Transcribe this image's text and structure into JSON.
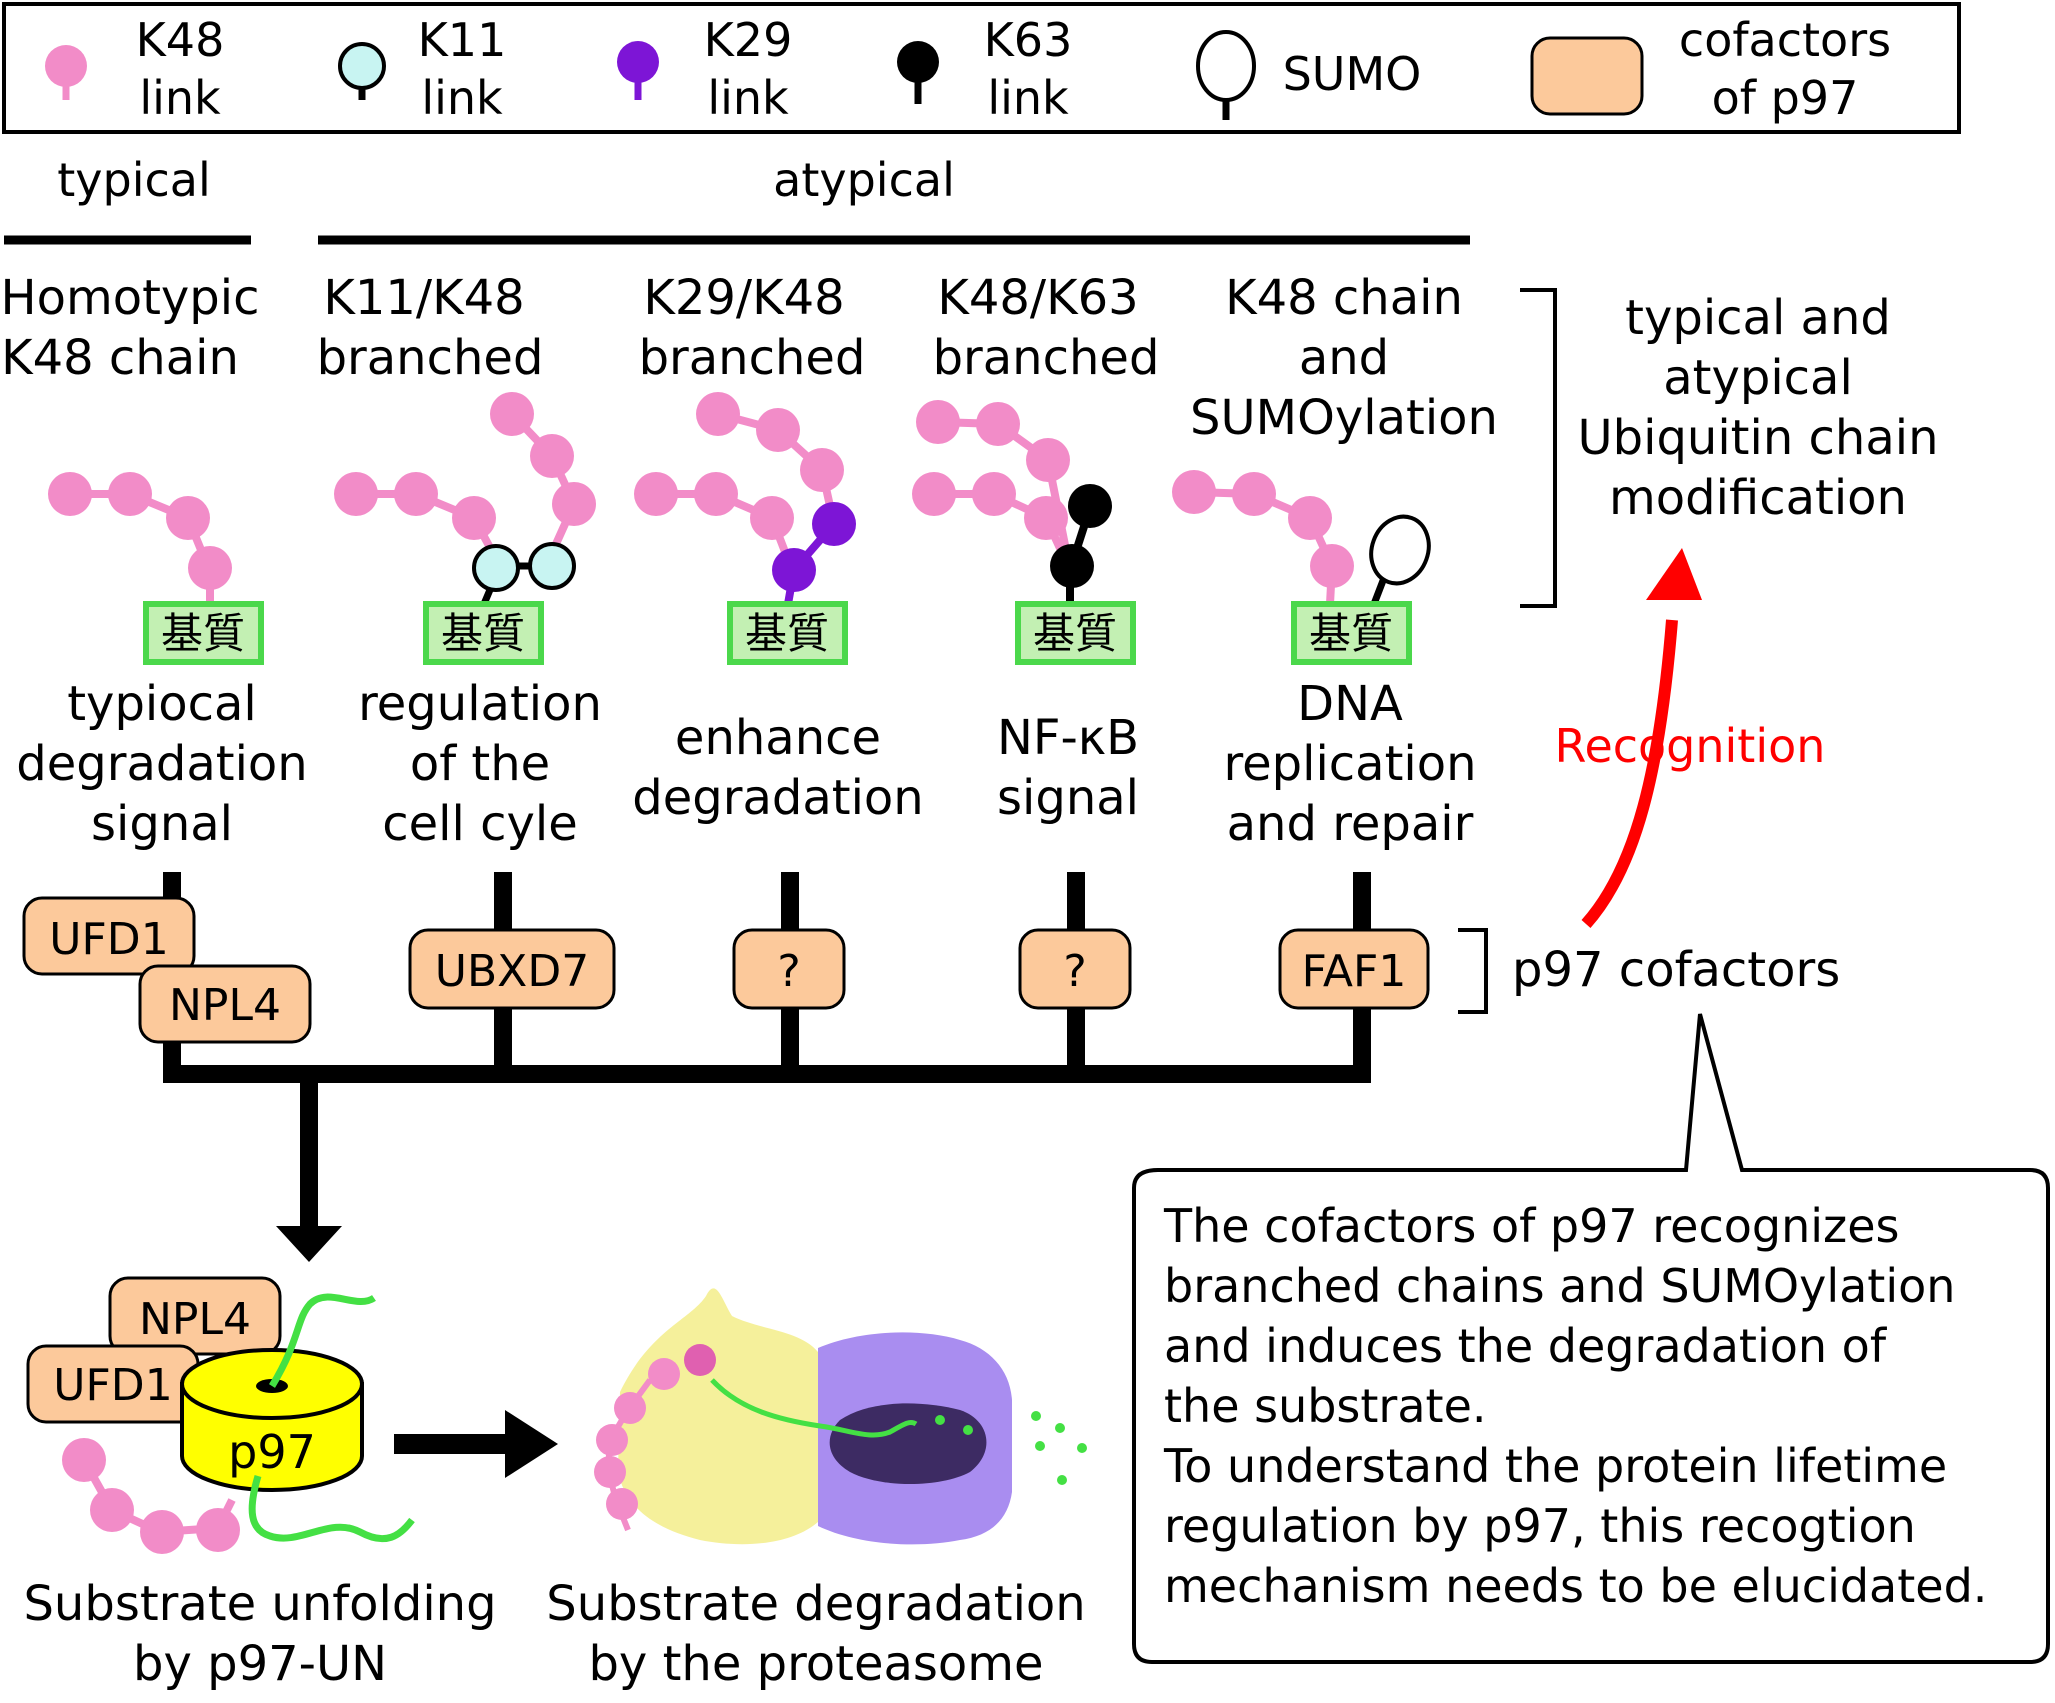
{
  "legend": {
    "items": [
      {
        "label_line1": "K48",
        "label_line2": "link",
        "color": "#f28cc8"
      },
      {
        "label_line1": "K11",
        "label_line2": "link",
        "color": "#c8f4f2"
      },
      {
        "label_line1": "K29",
        "label_line2": "link",
        "color": "#7d15d6"
      },
      {
        "label_line1": "K63",
        "label_line2": "link",
        "color": "#000000"
      },
      {
        "label_line1": "SUMO",
        "label_line2": "",
        "color": "#ffffff"
      },
      {
        "label_line1": "cofactors",
        "label_line2": "of p97",
        "color": "#fcc99b"
      }
    ]
  },
  "groups": {
    "typical": "typical",
    "atypical": "atypical"
  },
  "columns": [
    {
      "header": [
        "Homotypic",
        "K48 chain"
      ],
      "substrate": "基質",
      "function": [
        "typiocal",
        "degradation",
        "signal"
      ],
      "cofactors": [
        "UFD1",
        "NPL4"
      ]
    },
    {
      "header": [
        "K11/K48",
        "branched"
      ],
      "substrate": "基質",
      "function": [
        "regulation",
        "of the",
        "cell cyle"
      ],
      "cofactors": [
        "UBXD7"
      ]
    },
    {
      "header": [
        "K29/K48",
        "branched"
      ],
      "substrate": "基質",
      "function": [
        "enhance",
        "degradation"
      ],
      "cofactors": [
        "?"
      ]
    },
    {
      "header": [
        "K48/K63",
        "branched"
      ],
      "substrate": "基質",
      "function": [
        "NF-κB",
        "signal"
      ],
      "cofactors": [
        "?"
      ]
    },
    {
      "header": [
        "K48 chain",
        "and",
        "SUMOylation"
      ],
      "substrate": "基質",
      "function": [
        "DNA",
        "replication",
        "and repair"
      ],
      "cofactors": [
        "FAF1"
      ]
    }
  ],
  "side": {
    "modification": [
      "typical and",
      "atypical",
      "Ubiquitin chain",
      "modification"
    ],
    "recognition": "Recognition",
    "cofactors_label": "p97 cofactors"
  },
  "bottom": {
    "complex_labels": {
      "npl4": "NPL4",
      "ufd1": "UFD1",
      "p97": "p97"
    },
    "unfolding_caption": [
      "Substrate unfolding",
      "by p97-UN"
    ],
    "degradation_caption": [
      "Substrate degradation",
      "by the proteasome"
    ]
  },
  "callout": {
    "lines": [
      "The cofactors of p97 recognizes",
      "branched chains and SUMOylation",
      "and induces the degradation of",
      "the substrate.",
      "To understand the protein lifetime",
      "regulation by p97, this recogtion",
      "mechanism needs to be elucidated."
    ]
  },
  "colors": {
    "k48": "#f28cc8",
    "k11": "#c8f4f2",
    "k29": "#7d15d6",
    "k63": "#000000",
    "cofactor_fill": "#fcc99b",
    "substrate_fill": "#c3f0b3",
    "substrate_border": "#4bd84b",
    "p97_fill": "#ffff00",
    "proteasome_purple": "#a98df0",
    "recognition_red": "#ff0000"
  }
}
